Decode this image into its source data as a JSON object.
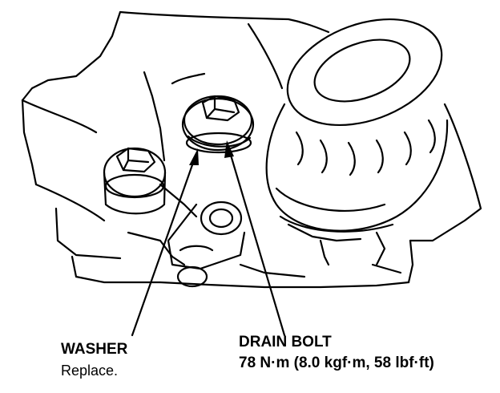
{
  "labels": {
    "washer_title": "WASHER",
    "washer_note": "Replace.",
    "drain_bolt_title": "DRAIN BOLT",
    "drain_bolt_torque": "78 N·m (8.0 kgf·m, 58 lbf·ft)"
  },
  "colors": {
    "ink": "#000000",
    "paper": "#ffffff"
  }
}
